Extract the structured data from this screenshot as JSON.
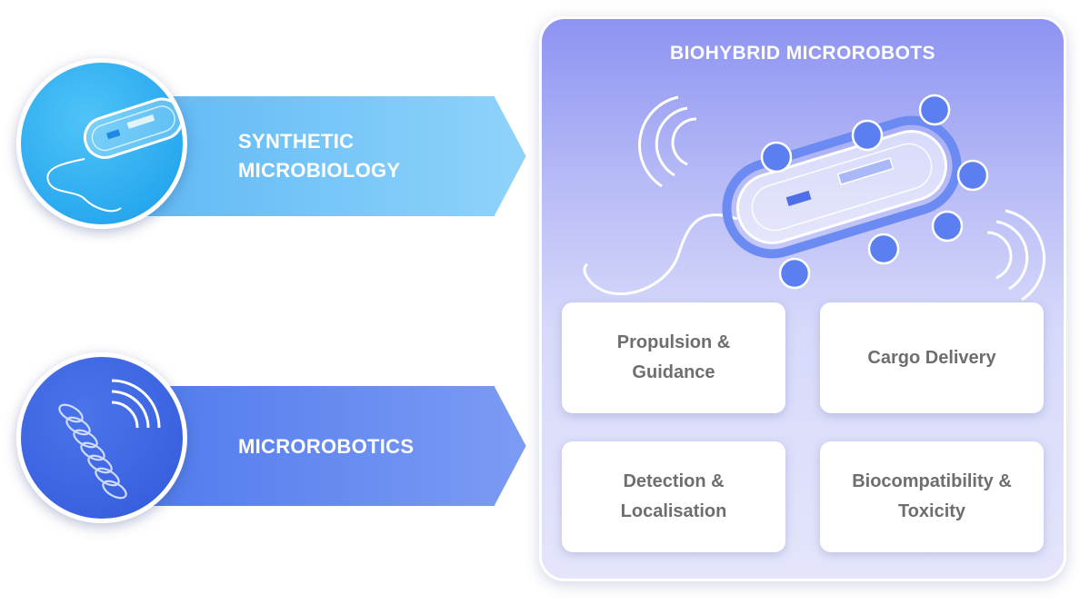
{
  "panel": {
    "title": "BIOHYBRID MICROROBOTS",
    "cards": [
      {
        "label": "Propulsion & Guidance"
      },
      {
        "label": "Cargo Delivery"
      },
      {
        "label": "Detection & Localisation"
      },
      {
        "label": "Biocompatibility & Toxicity"
      }
    ]
  },
  "inputs": [
    {
      "label_line1": "SYNTHETIC",
      "label_line2": "MICROBIOLOGY",
      "icon": "bacterium-icon",
      "color": "#5bbcf5"
    },
    {
      "label_line1": "MICROROBOTICS",
      "icon": "helix-icon",
      "color": "#5b85f0"
    }
  ],
  "colors": {
    "cyan_band": "#7cc8f8",
    "blue_band": "#6a8ef2",
    "panel_top": "#8d93f2",
    "bead": "#5b7ef0"
  }
}
